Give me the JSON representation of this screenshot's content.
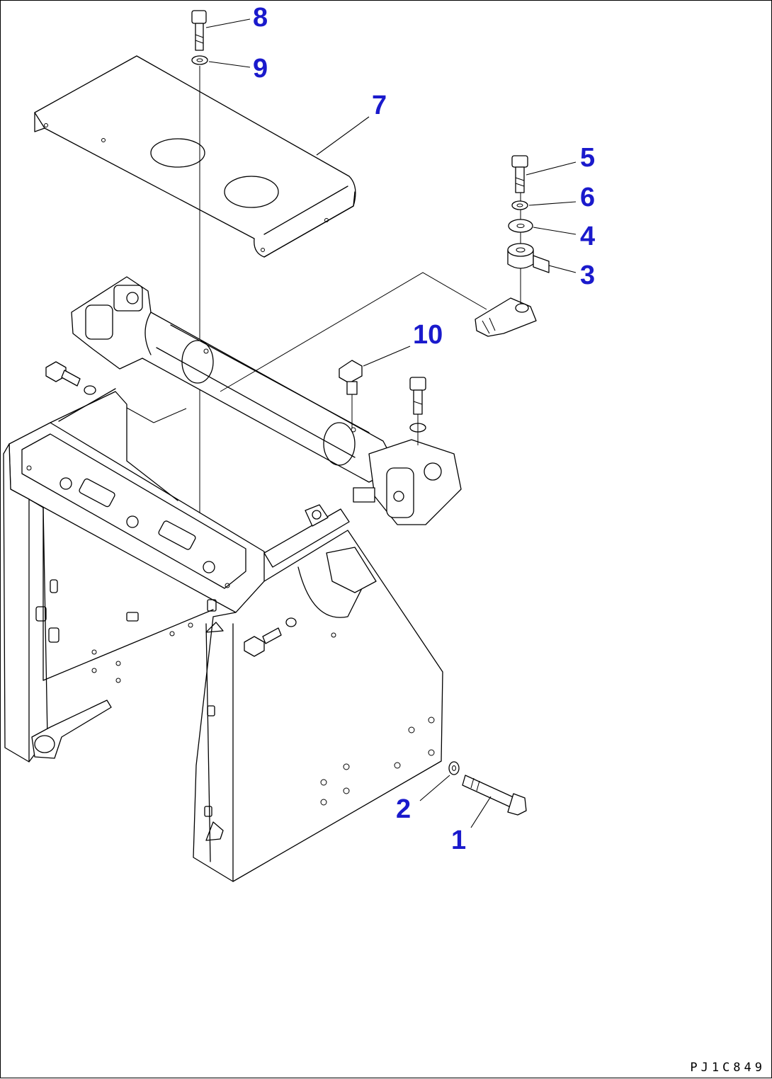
{
  "callouts": [
    {
      "id": "1",
      "label": "1"
    },
    {
      "id": "2",
      "label": "2"
    },
    {
      "id": "3",
      "label": "3"
    },
    {
      "id": "4",
      "label": "4"
    },
    {
      "id": "5",
      "label": "5"
    },
    {
      "id": "6",
      "label": "6"
    },
    {
      "id": "7",
      "label": "7"
    },
    {
      "id": "8",
      "label": "8"
    },
    {
      "id": "9",
      "label": "9"
    },
    {
      "id": "10",
      "label": "10"
    }
  ],
  "drawing_code": "PJ1C849",
  "colors": {
    "callout": "#1a1acc",
    "line": "#000000",
    "background": "#ffffff"
  }
}
